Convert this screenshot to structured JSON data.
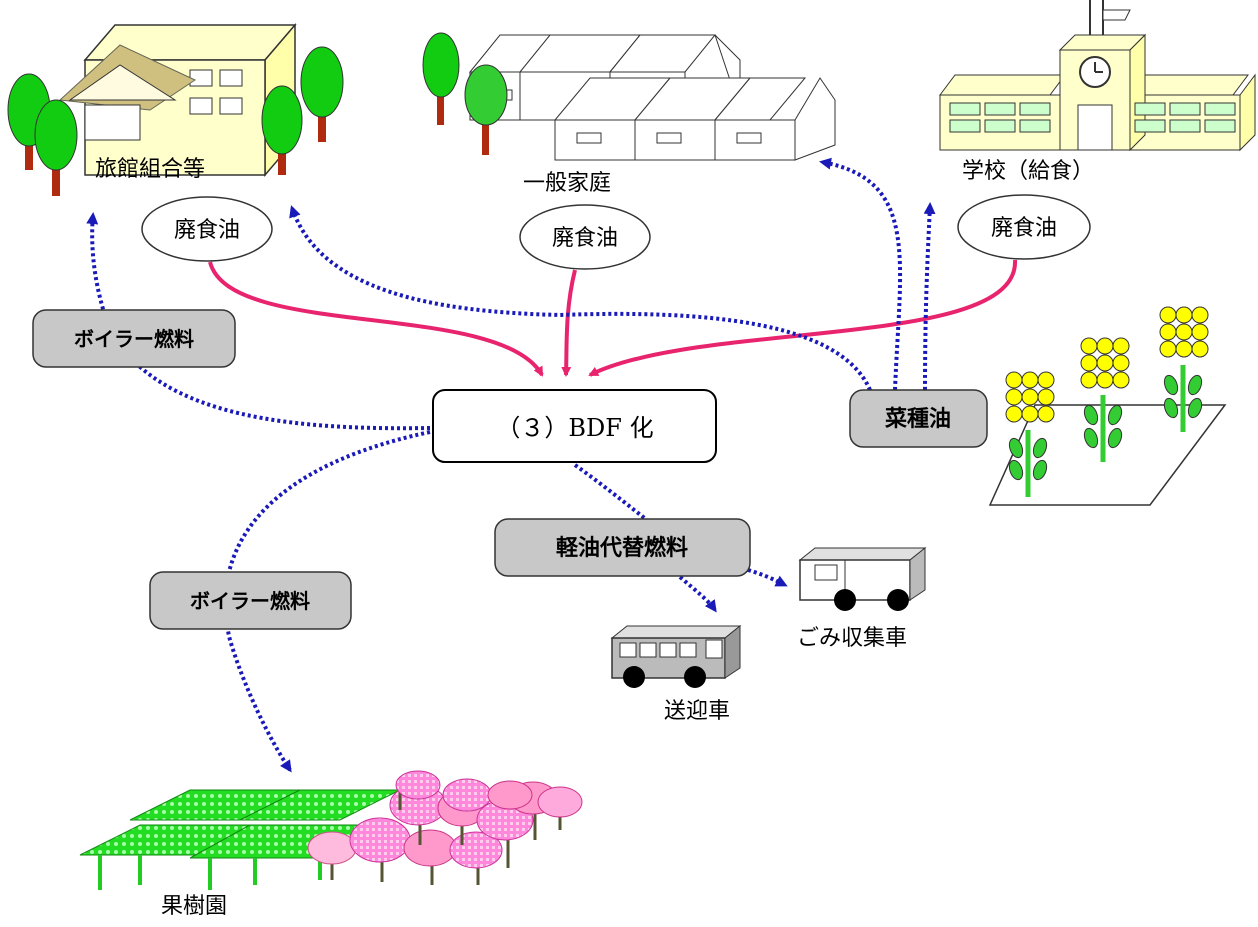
{
  "labels": {
    "ryokan": "旅館組合等",
    "household": "一般家庭",
    "school": "学校（給食）",
    "center": "（３）BDF 化",
    "oil_ryokan": "廃食油",
    "oil_household": "廃食油",
    "oil_school": "廃食油",
    "boiler_top": "ボイラー燃料",
    "boiler_bottom": "ボイラー燃料",
    "rapeseed_oil": "菜種油",
    "diesel_alt": "軽油代替燃料",
    "garbage_truck": "ごみ収集車",
    "shuttle": "送迎車",
    "orchard": "果樹園"
  },
  "colors": {
    "waste_oil_arrow": "#e8246e",
    "fuel_arrow": "#1a1ab8",
    "fuel_box": "#c8c8c8",
    "flower": "#ffff00",
    "stem": "#33cc33",
    "blossom": "#ff88cc",
    "tree": "#11cc11",
    "trunk": "#b02a10",
    "building": "#ffffcc"
  }
}
